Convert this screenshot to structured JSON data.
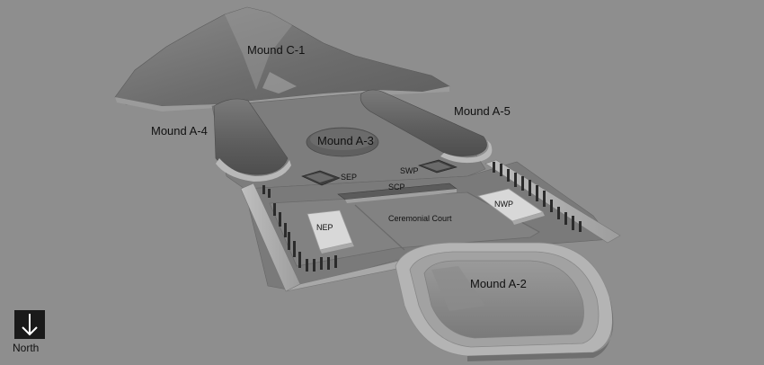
{
  "labels": {
    "mound_c1": "Mound C-1",
    "mound_a5": "Mound A-5",
    "mound_a4": "Mound A-4",
    "mound_a3": "Mound A-3",
    "mound_a2": "Mound A-2",
    "sep": "SEP",
    "swp": "SWP",
    "scp": "SCP",
    "nep": "NEP",
    "nwp": "NWP",
    "ceremonial_court": "Ceremonial Court"
  },
  "compass": {
    "label": "North",
    "icon": "north-arrow-icon"
  },
  "colors": {
    "background": "#8e8e8e",
    "platform": "#7c7c7c",
    "mound": "#6a6a6a",
    "highlight": "#cfcfcf"
  }
}
